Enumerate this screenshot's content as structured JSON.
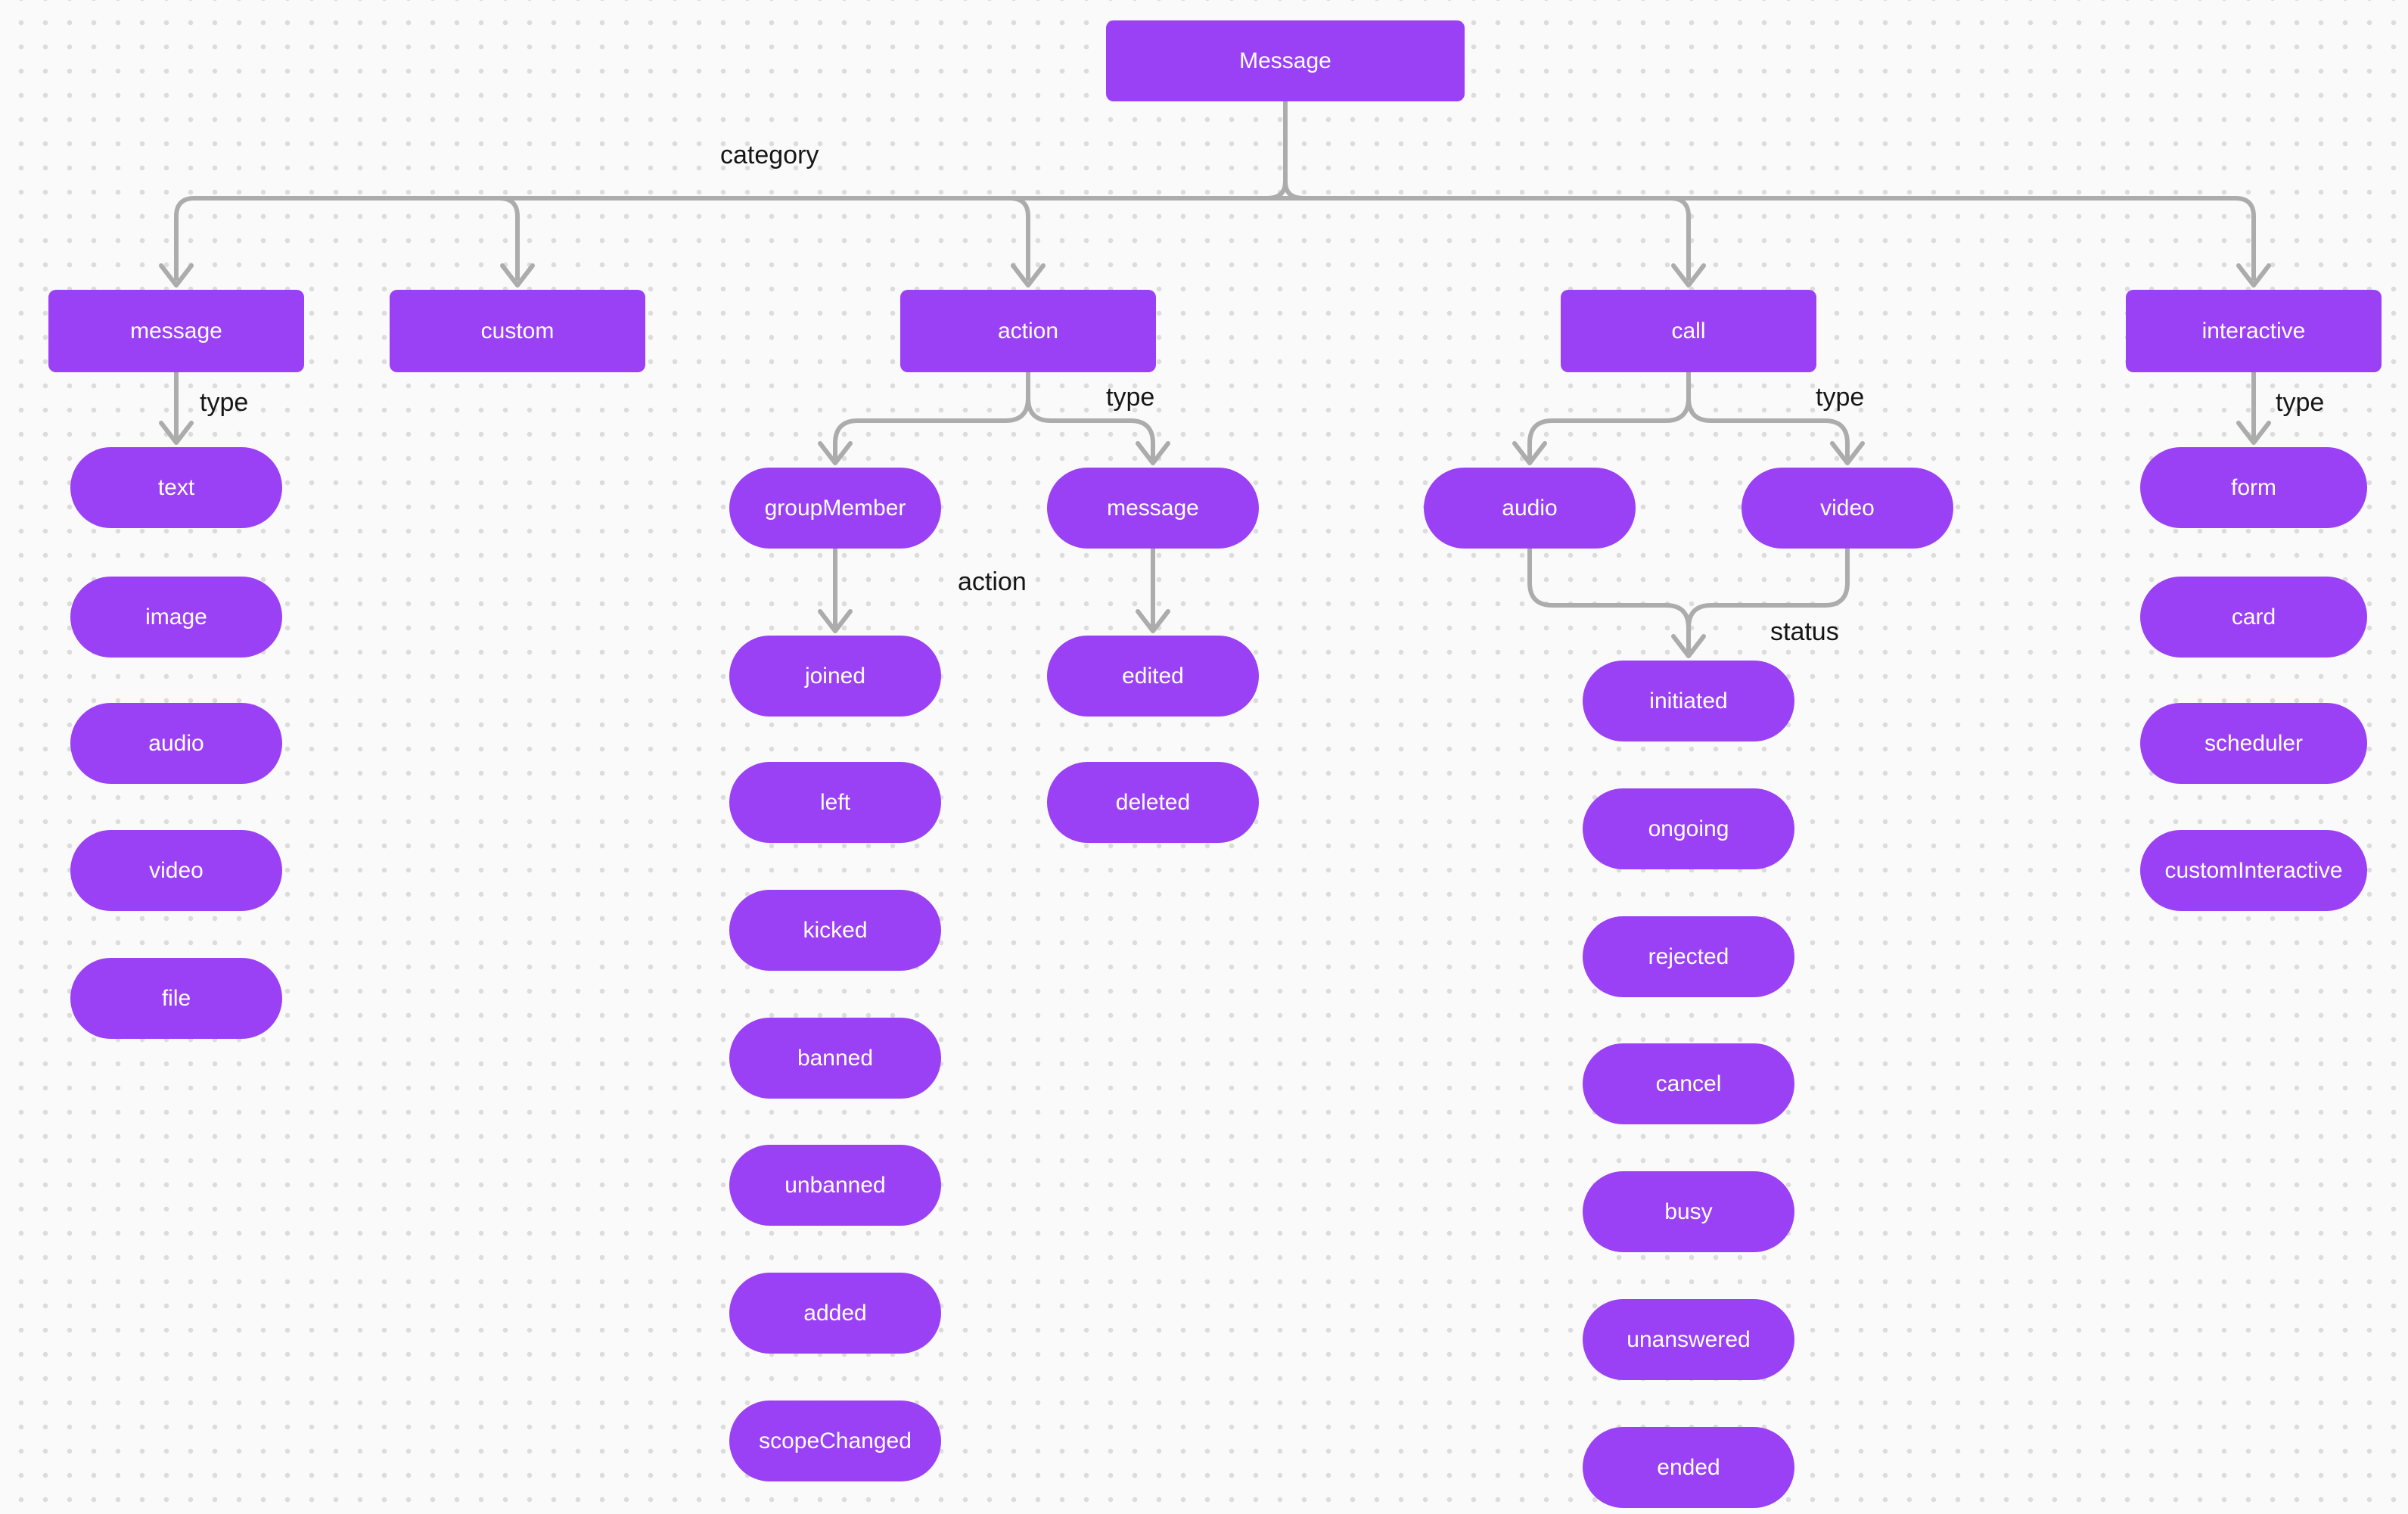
{
  "diagram": {
    "root": "Message",
    "categories": [
      "message",
      "custom",
      "action",
      "call",
      "interactive"
    ],
    "message_types": [
      "text",
      "image",
      "audio",
      "video",
      "file"
    ],
    "action_types": [
      "groupMember",
      "message"
    ],
    "group_member_actions": [
      "joined",
      "left",
      "kicked",
      "banned",
      "unbanned",
      "added",
      "scopeChanged"
    ],
    "message_actions": [
      "edited",
      "deleted"
    ],
    "call_types": [
      "audio",
      "video"
    ],
    "call_statuses": [
      "initiated",
      "ongoing",
      "rejected",
      "cancel",
      "busy",
      "unanswered",
      "ended"
    ],
    "interactive_types": [
      "form",
      "card",
      "scheduler",
      "customInteractive"
    ]
  },
  "edge_labels": {
    "category": "category",
    "type": "type",
    "action": "action",
    "status": "status"
  },
  "colors": {
    "node_fill": "#9b41f5",
    "node_text": "#ffffff",
    "connector": "#acacac",
    "edge_label_text": "#161616",
    "background": "#fafafa",
    "grid_dot": "#dcdcdc"
  }
}
